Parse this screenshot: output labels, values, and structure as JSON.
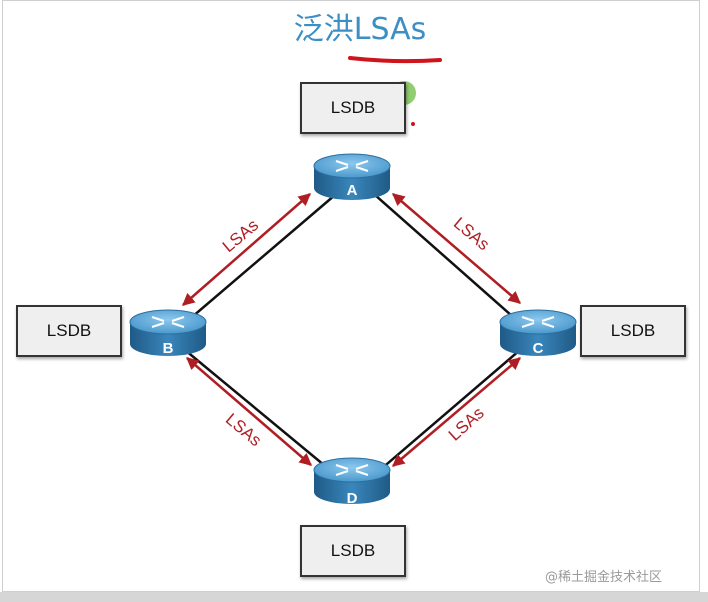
{
  "title": "泛洪LSAs",
  "colors": {
    "title": "#3b8fc4",
    "arrow": "#b01e24",
    "link": "#111111",
    "router_top": "#5aa6d6",
    "router_side": "#2b6f9f",
    "highlight": "#7ec45a"
  },
  "routers": {
    "a": "A",
    "b": "B",
    "c": "C",
    "d": "D"
  },
  "lsdb": {
    "top": "LSDB",
    "left": "LSDB",
    "right": "LSDB",
    "bottom": "LSDB"
  },
  "lsa_labels": {
    "a_b": "LSAs",
    "a_c": "LSAs",
    "b_d": "LSAs",
    "c_d": "LSAs"
  },
  "watermark": "@稀土掘金技术社区"
}
